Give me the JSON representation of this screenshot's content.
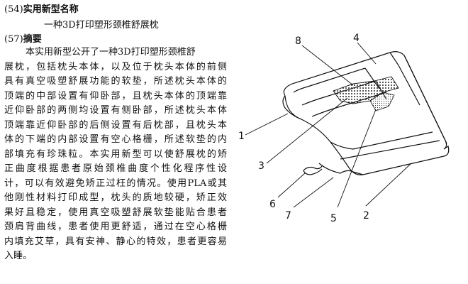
{
  "header": {
    "s54_num": "(54)",
    "s54_title": "实用新型名称",
    "utility_model_name": "一种3D打印塑形颈椎舒展枕",
    "s57_num": "(57)",
    "s57_title": "摘要"
  },
  "abstract": {
    "lines": [
      "本实用新型公开了一种3D打印塑形颈椎舒",
      "展枕，包括枕头本体，以及位于枕头本体的前侧",
      "具有真空吸塑舒展功能的软垫，所述枕头本体的",
      "顶端的中部设置有仰卧部，且枕头本体的顶端靠",
      "近仰卧部的两侧均设置有侧卧部，所述枕头本体",
      "顶端靠近仰卧部的后侧设置有后枕部，且枕头本",
      "体的下端的内部设置有空心格栅，所述软垫的内",
      "部填充有珍珠粒。本实用新型可以使舒展枕的矫",
      "正曲度根据患者原始颈椎曲度个性化程序性设",
      "计，可以有效避免矫正过枉的情况。使用PLA或其",
      "他刚性材料打印成型，枕头的质地较硬，矫正效",
      "果好且稳定，使用真空吸塑舒展软垫能贴合患者",
      "颈肩背曲线，患者使用更舒适，通过在空心格栅",
      "内填充艾草，具有安神、静心的特效，患者更容易",
      "入睡。"
    ]
  },
  "figure": {
    "labels": [
      "1",
      "2",
      "3",
      "4",
      "5",
      "6",
      "7",
      "8"
    ]
  }
}
